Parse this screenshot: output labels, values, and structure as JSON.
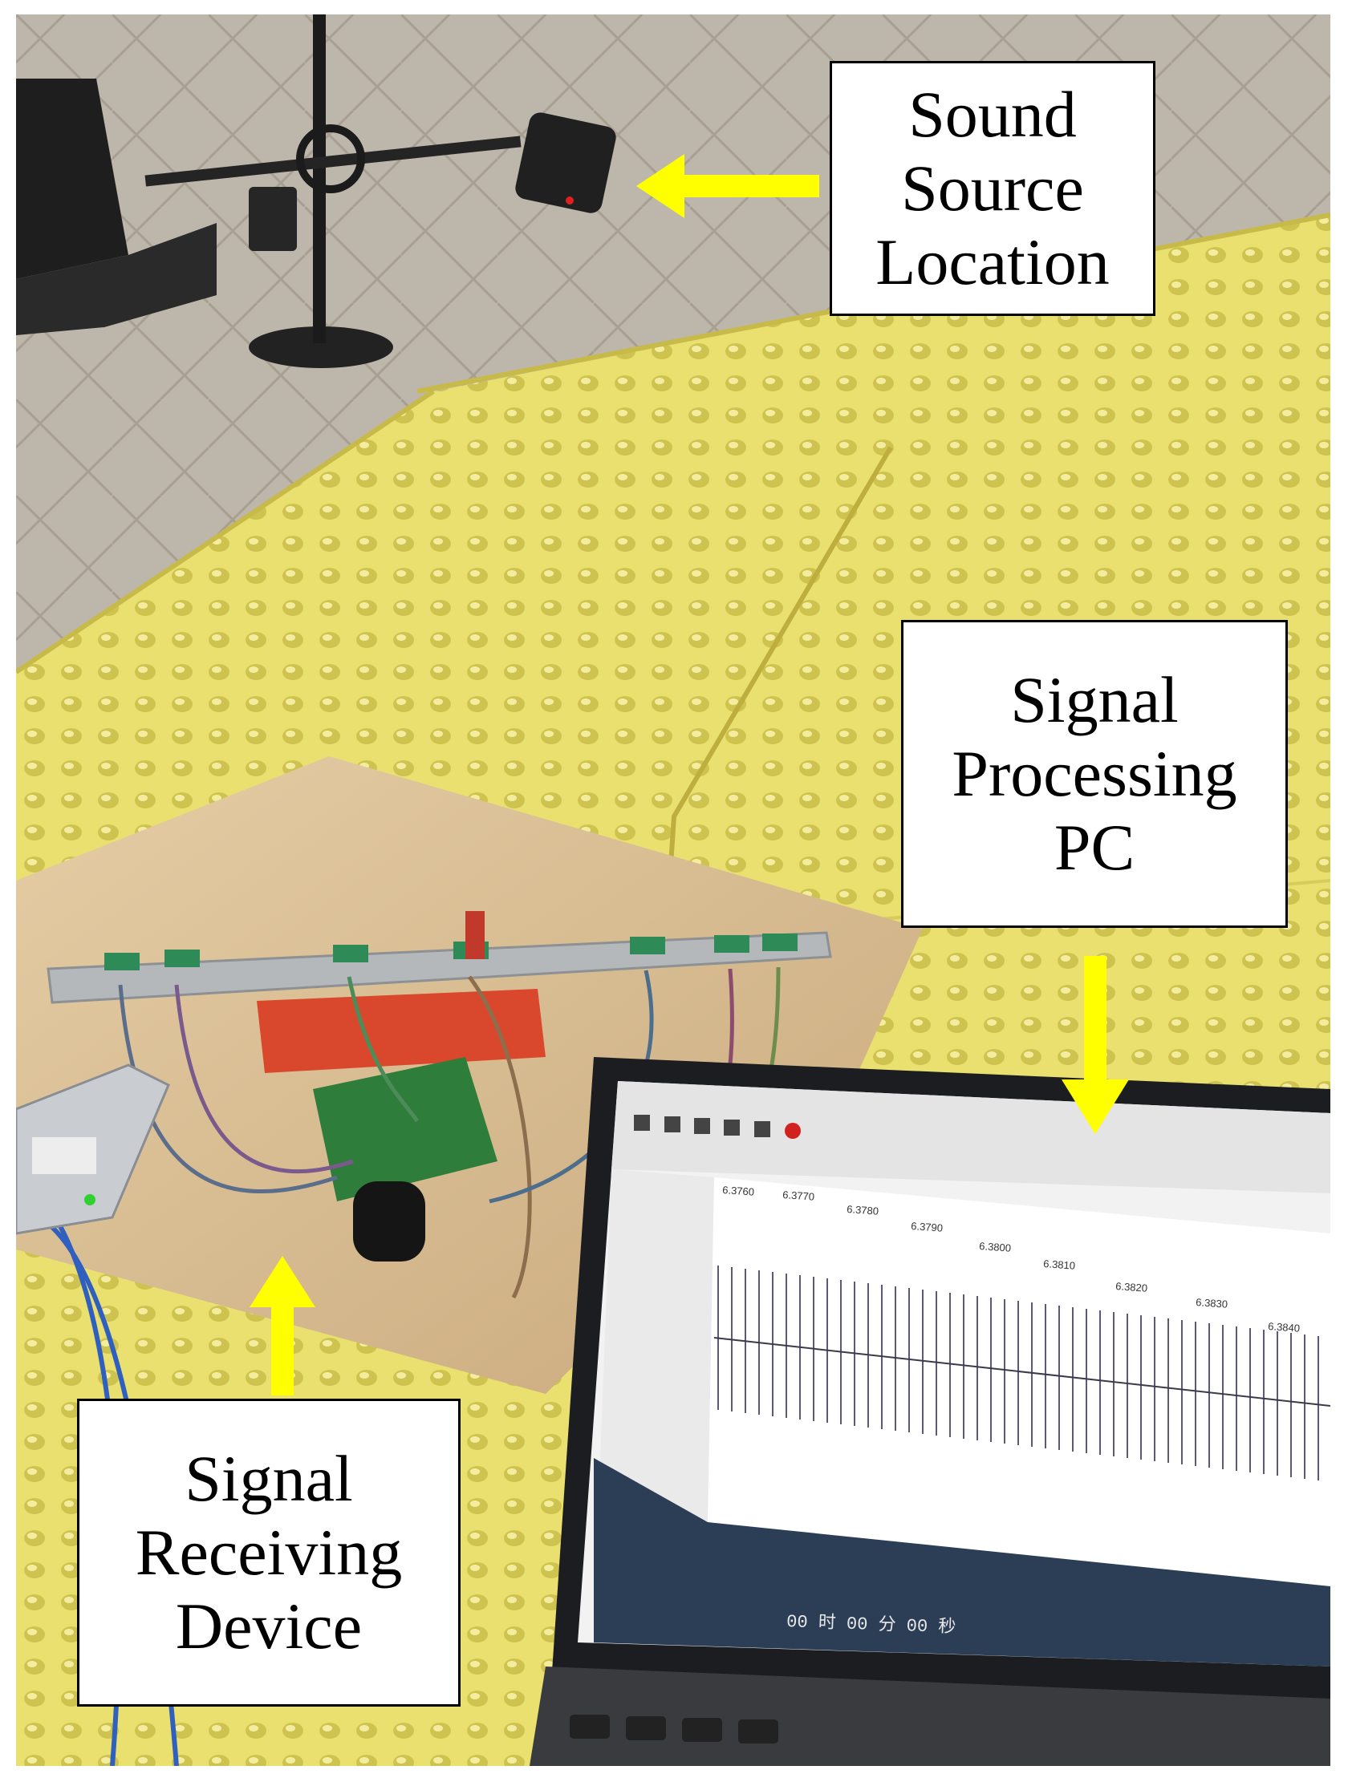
{
  "colors": {
    "arrow": "#FFFF00",
    "foam": "#E6DD6A",
    "floor": "#B9B2A6",
    "board": "#D9BF95",
    "callout_border": "#000000"
  },
  "labels": {
    "sound_source": [
      "Sound",
      "Source",
      "Location"
    ],
    "processing_pc": [
      "Signal",
      "Processing",
      "PC"
    ],
    "receiving_device": [
      "Signal",
      "Receiving",
      "Device"
    ]
  },
  "screen": {
    "axis_ticks": [
      "6.3760",
      "6.3770",
      "6.3780",
      "6.3790",
      "6.3800",
      "6.3810",
      "6.3820",
      "6.3830",
      "6.3840"
    ],
    "time_display": "00 时 00 分 00 秒"
  }
}
